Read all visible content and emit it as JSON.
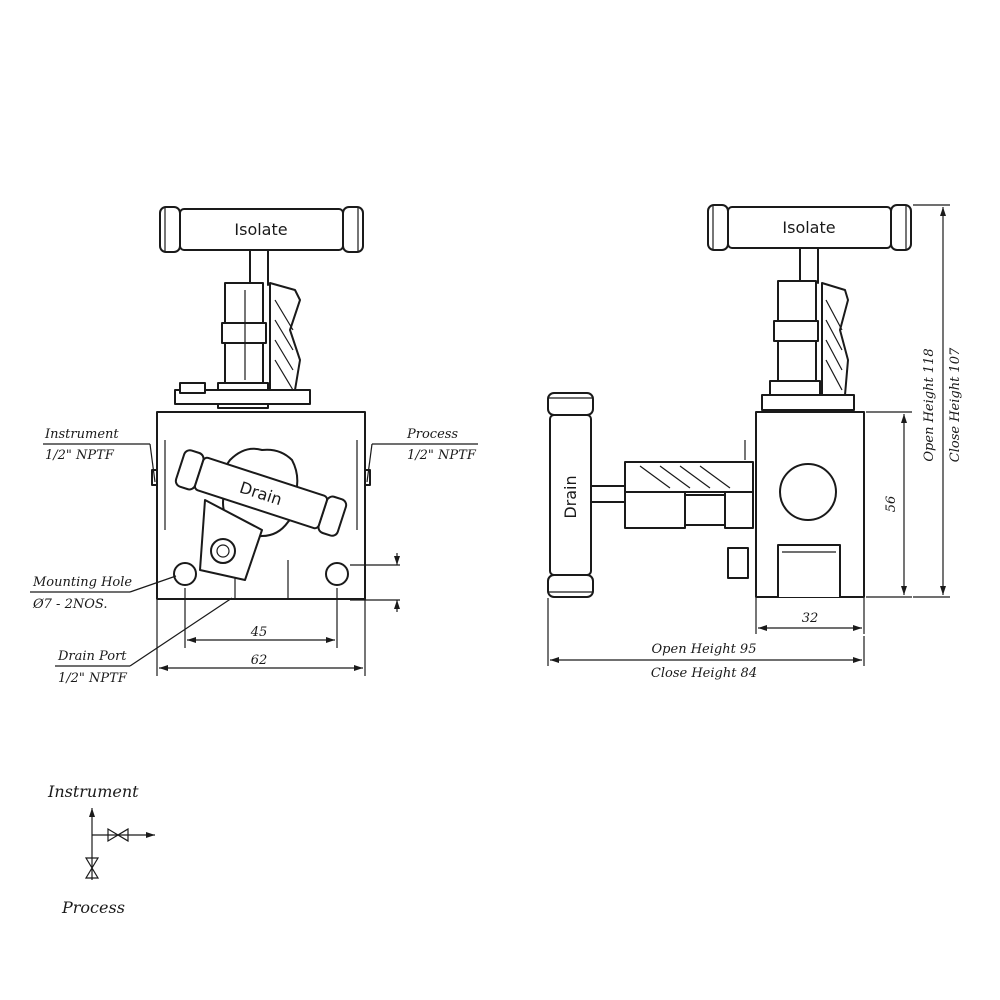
{
  "front_view": {
    "handle_label": "Isolate",
    "drain_label": "Drain",
    "instrument_label": "Instrument",
    "instrument_thread": "1/2\" NPTF",
    "process_label": "Process",
    "process_thread": "1/2\" NPTF",
    "mounting_hole_label": "Mounting Hole",
    "mounting_hole_spec": "Ø7 - 2NOS.",
    "drain_port_label": "Drain Port",
    "drain_port_thread": "1/2\" NPTF",
    "dim_hole_spacing": "45",
    "dim_width": "62"
  },
  "side_view": {
    "handle_label": "Isolate",
    "drain_label": "Drain",
    "dim_height": "56",
    "dim_depth": "32",
    "open_height_vertical": "Open Height 118",
    "close_height_vertical": "Close Height 107",
    "open_height_horizontal": "Open Height 95",
    "close_height_horizontal": "Close Height 84"
  },
  "schematic": {
    "top_label": "Instrument",
    "bottom_label": "Process"
  }
}
